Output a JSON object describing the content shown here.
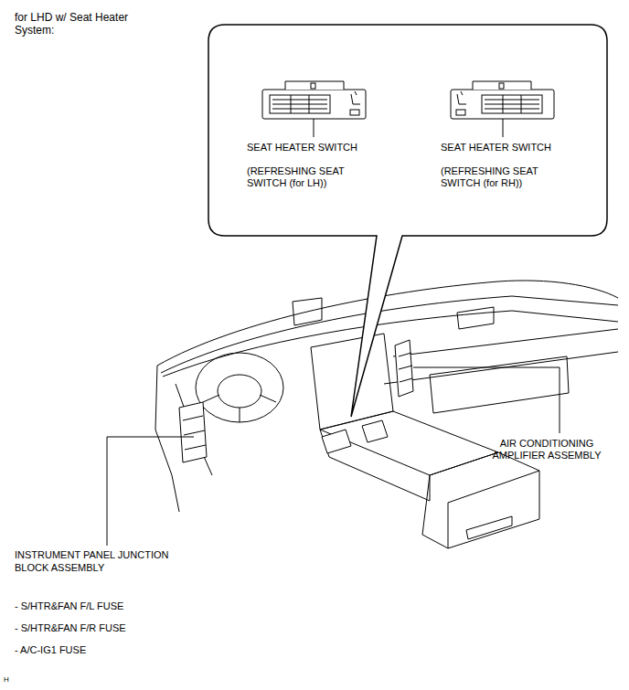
{
  "diagram": {
    "title": "for LHD w/ Seat Heater System:",
    "nodes": [
      {
        "text": [
          "SEAT HEATER SWITCH",
          "(REFRESHING SEAT SWITCH (for LH))",
          "SEAT HEATER SWITCH",
          "(REFRESHING SEAT SWITCH (for RH))"
        ]
      }
    ],
    "labels": [
      "AIR CONDITIONING AMPLIFIER ASSEMBLY",
      "INSTRUMENT PANEL JUNCTION BLOCK ASSEMBLY",
      "- S/HTR&FAN F/L FUSE",
      "- S/HTR&FAN F/R FUSE",
      "- A/C-IG1 FUSE",
      "H"
    ]
  }
}
